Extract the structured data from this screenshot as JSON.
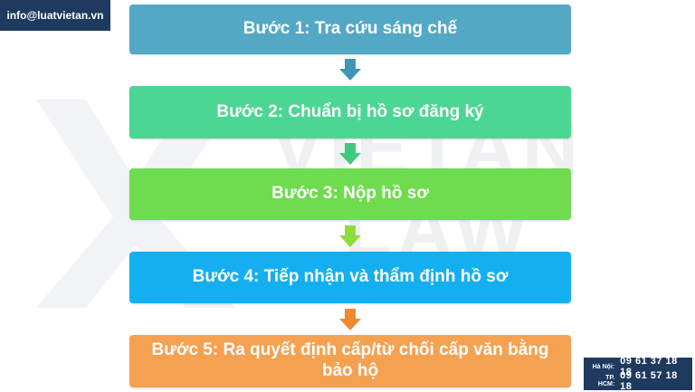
{
  "header": {
    "email": "info@luatvietan.vn"
  },
  "watermark": {
    "line1": "VIETAN",
    "line2": "LAW"
  },
  "steps": [
    {
      "label": "Bước 1: Tra cứu sáng chế",
      "color": "#53a8c6"
    },
    {
      "label": "Bước 2: Chuẩn bị hồ sơ đăng ký",
      "color": "#4cd694"
    },
    {
      "label": "Bước 3: Nộp hồ sơ",
      "color": "#6edc4e"
    },
    {
      "label": "Bước 4: Tiếp nhận và thẩm định hồ sơ",
      "color": "#14aff0"
    },
    {
      "label": "Bước 5: Ra quyết định cấp/từ chối cấp văn bằng bảo hộ",
      "color": "#f5a152"
    }
  ],
  "arrows": [
    {
      "icon": "down-arrow-icon",
      "color": "#3f95b5"
    },
    {
      "icon": "down-arrow-icon",
      "color": "#3fc97f"
    },
    {
      "icon": "down-arrow-icon",
      "color": "#8fdc3c"
    },
    {
      "icon": "down-arrow-icon",
      "color": "#f08a2e"
    }
  ],
  "contact": {
    "hanoi_label": "Hà Nội:",
    "hanoi_phone": "09 61 37 18 18",
    "hcm_label": "TP. HCM:",
    "hcm_phone": "09 61 57 18 18"
  }
}
